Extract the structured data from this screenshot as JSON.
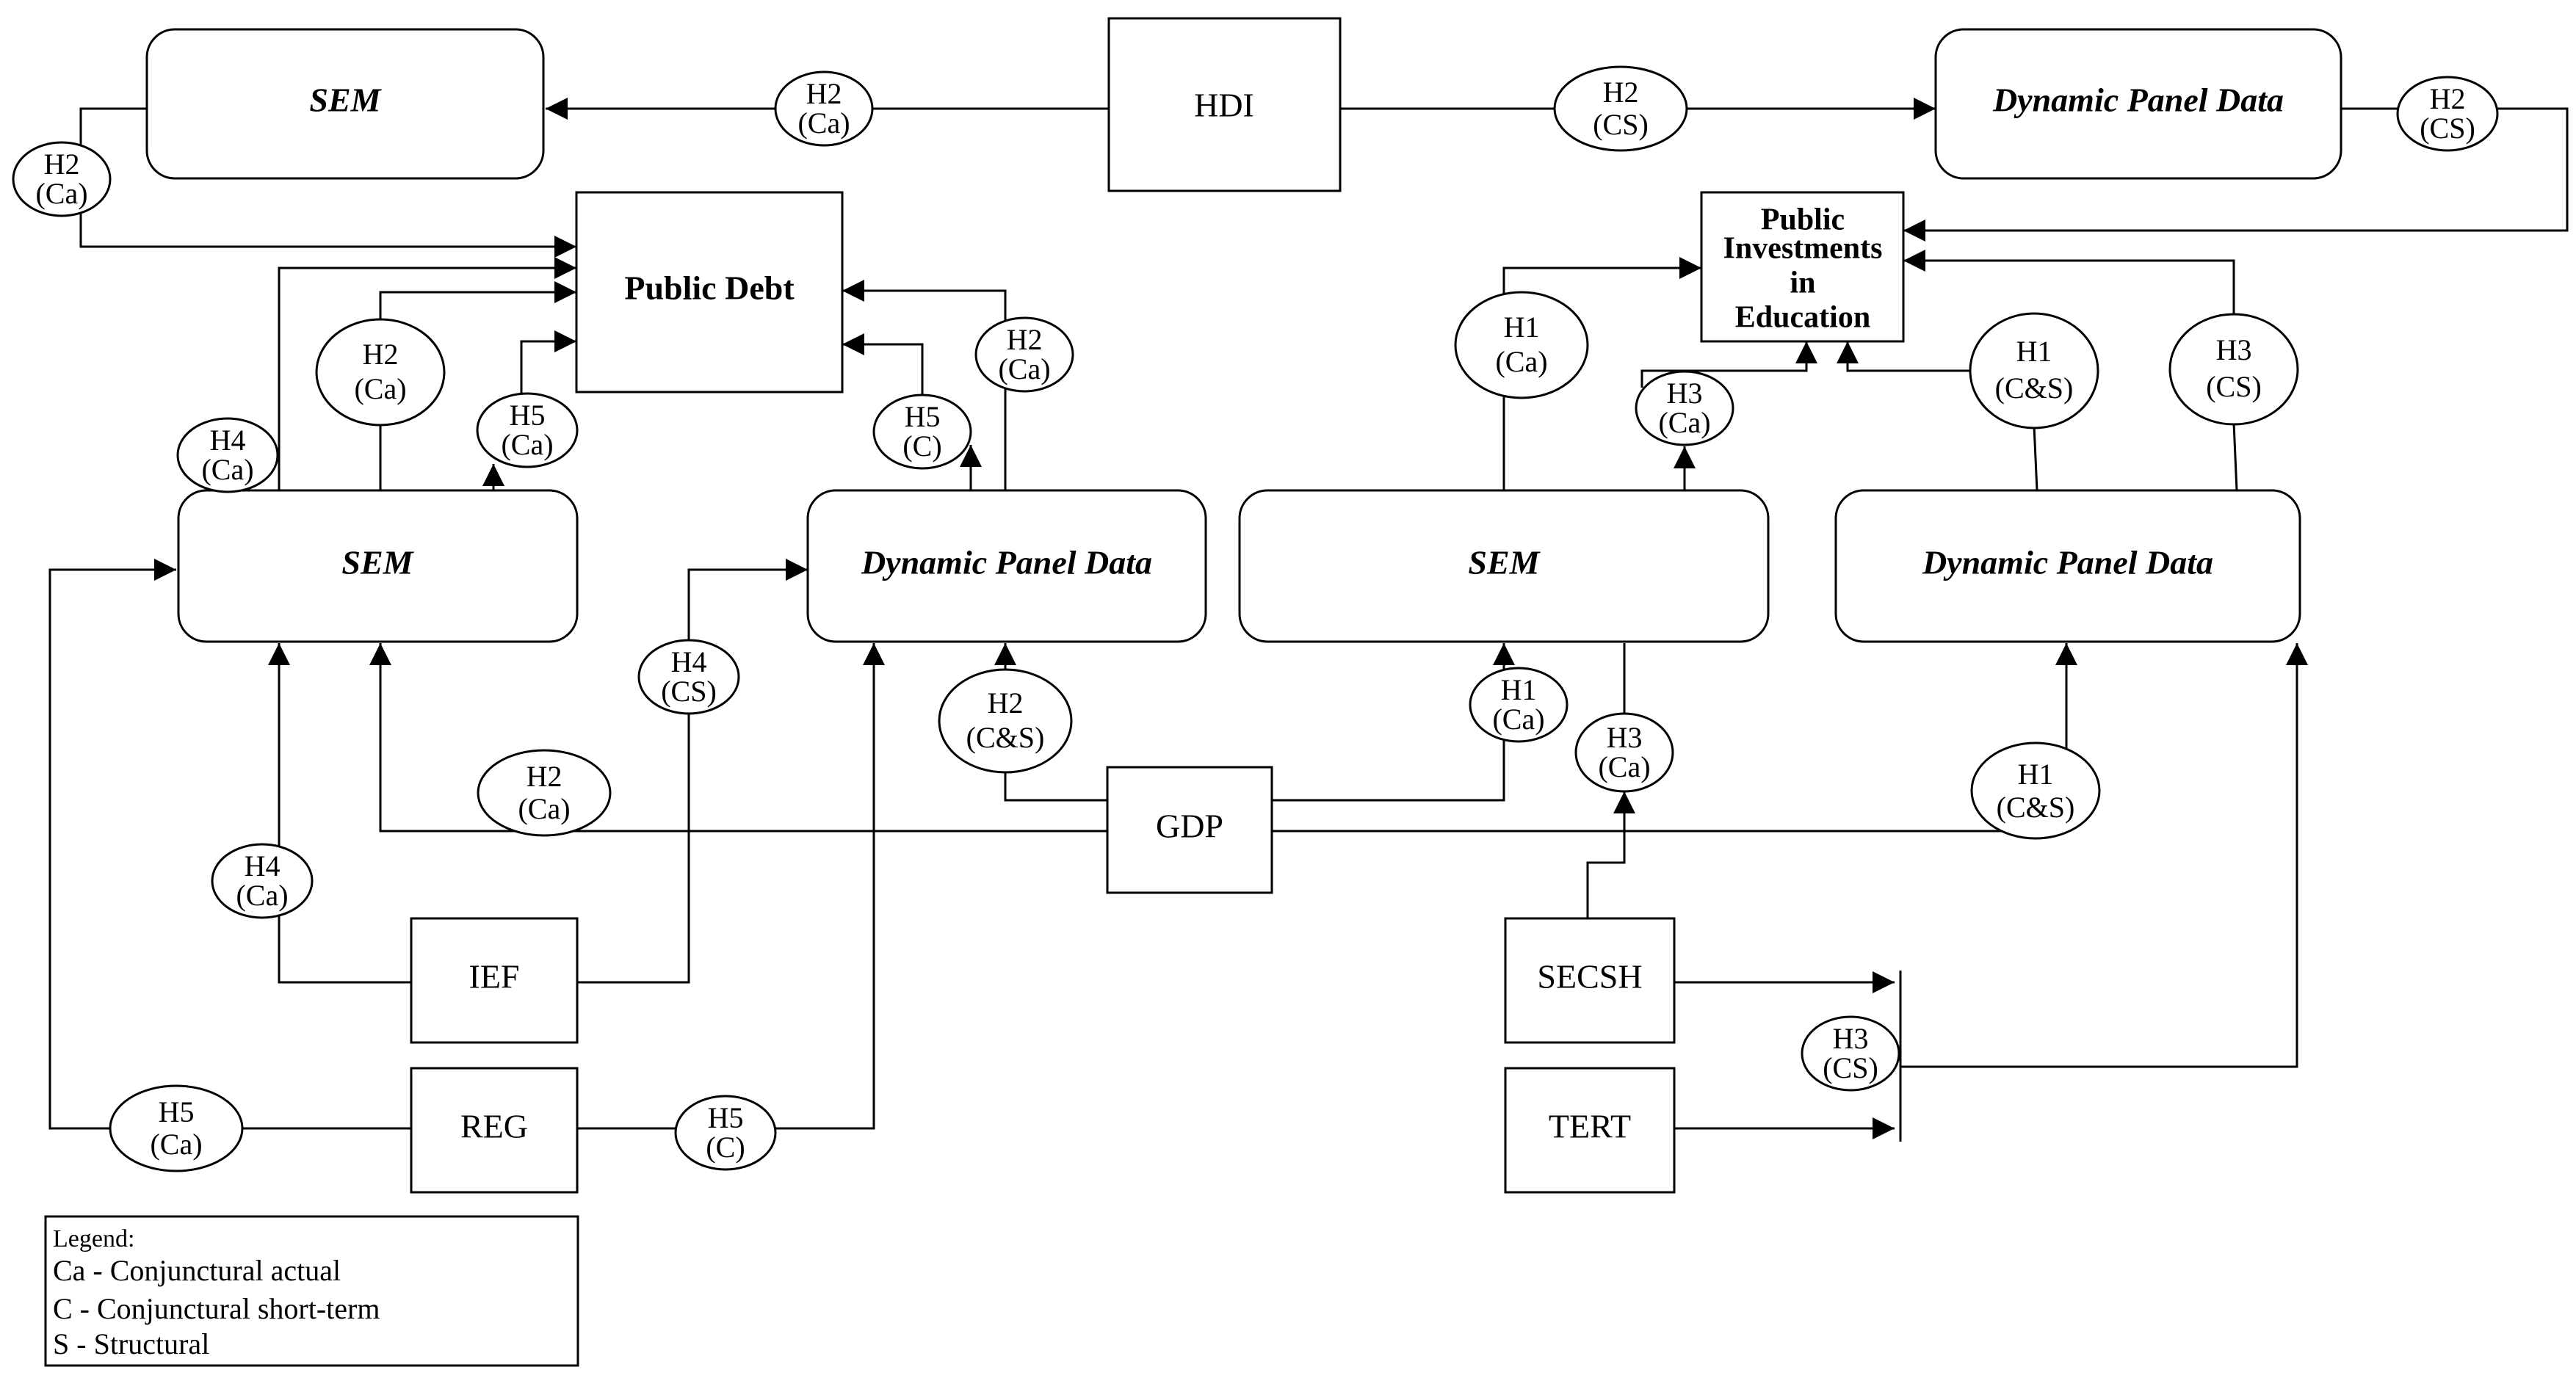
{
  "nodes": {
    "hdi": "HDI",
    "sem_top": "SEM",
    "dpd_top": "Dynamic Panel Data",
    "public_debt": "Public Debt",
    "pie": [
      "Public",
      "Investments",
      "in",
      "Education"
    ],
    "sem_left": "SEM",
    "dpd_left": "Dynamic Panel Data",
    "sem_right": "SEM",
    "dpd_right": "Dynamic Panel Data",
    "gdp": "GDP",
    "ief": "IEF",
    "reg": "REG",
    "secsh": "SECSH",
    "tert": "TERT"
  },
  "hypotheses": [
    [
      "H2",
      "(Ca)"
    ],
    [
      "H2",
      "(Ca)"
    ],
    [
      "H2",
      "(CS)"
    ],
    [
      "H2",
      "(CS)"
    ],
    [
      "H2",
      "(Ca)"
    ],
    [
      "H5",
      "(Ca)"
    ],
    [
      "H4",
      "(Ca)"
    ],
    [
      "H5",
      "(C)"
    ],
    [
      "H2",
      "(Ca)"
    ],
    [
      "H1",
      "(Ca)"
    ],
    [
      "H3",
      "(Ca)"
    ],
    [
      "H1",
      "(C&S)"
    ],
    [
      "H3",
      "(CS)"
    ],
    [
      "H4",
      "(CS)"
    ],
    [
      "H2",
      "(C&S)"
    ],
    [
      "H1",
      "(Ca)"
    ],
    [
      "H3",
      "(Ca)"
    ],
    [
      "H2",
      "(Ca)"
    ],
    [
      "H1",
      "(C&S)"
    ],
    [
      "H4",
      "(Ca)"
    ],
    [
      "H5",
      "(Ca)"
    ],
    [
      "H5",
      "(C)"
    ],
    [
      "H3",
      "(CS)"
    ]
  ],
  "legend": {
    "title": "Legend:",
    "items": [
      "Ca - Conjunctural actual",
      "C - Conjunctural short-term",
      "S - Structural"
    ]
  }
}
